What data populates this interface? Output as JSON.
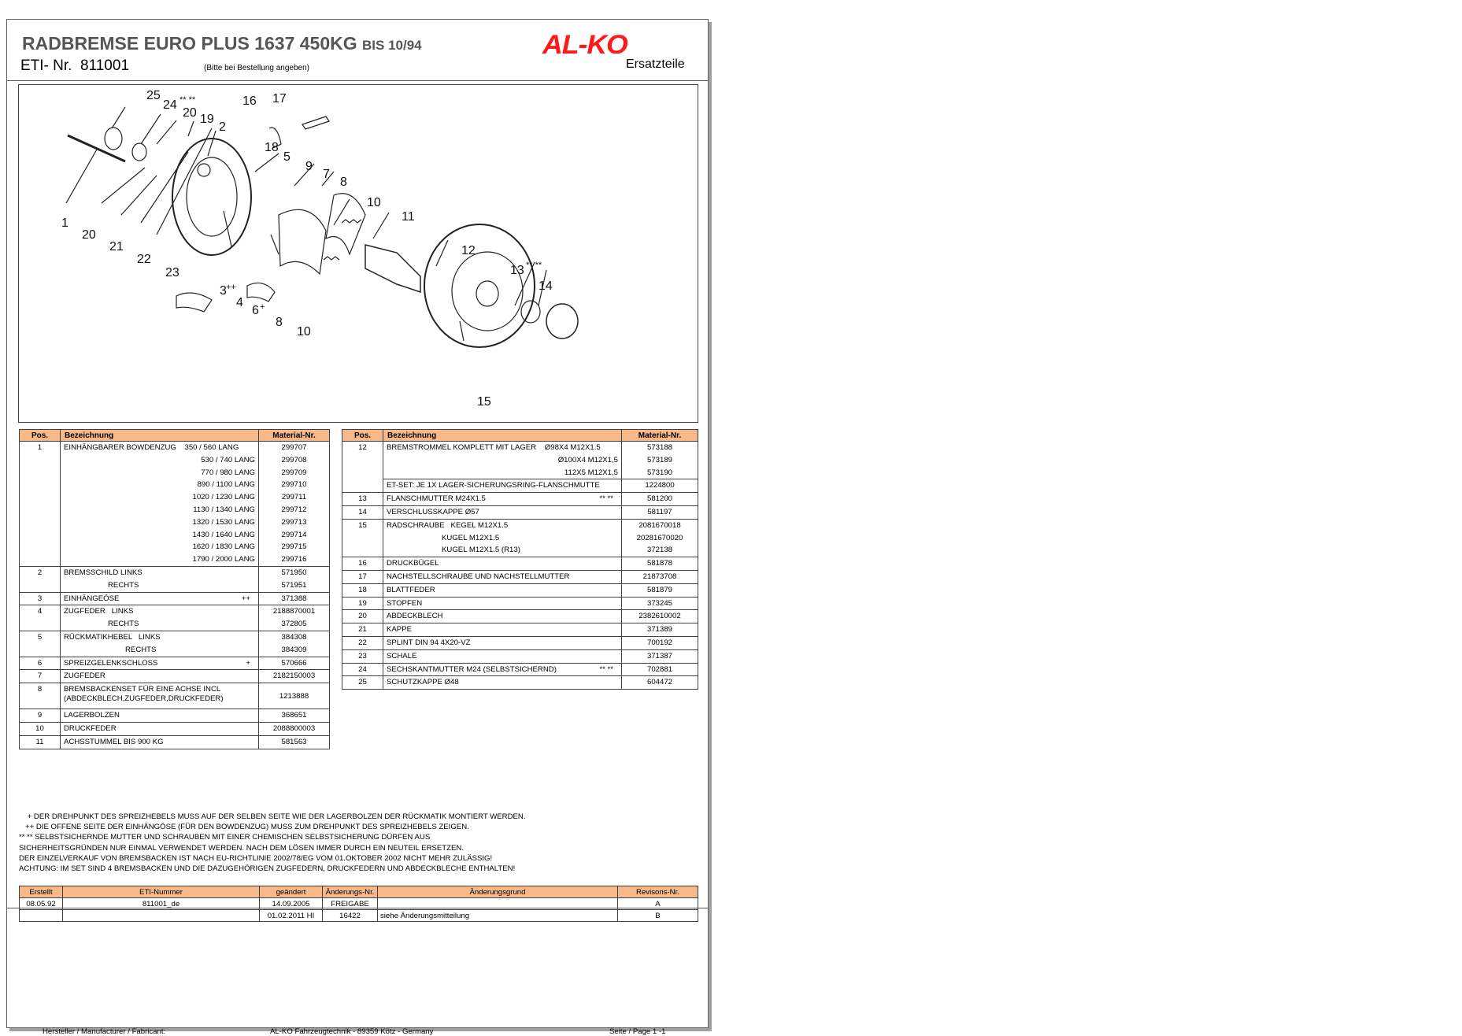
{
  "header": {
    "title_main": "RADBREMSE EURO PLUS 1637 450KG",
    "title_suffix": "BIS 10/94",
    "eti_label": "ETI- Nr.",
    "eti_number": "811001",
    "eti_note": "(Bitte bei Bestellung angeben)",
    "logo": "AL-KO",
    "ersatzteile": "Ersatzteile"
  },
  "drawing": {
    "callouts": [
      "25",
      "24",
      "** **",
      "20",
      "19",
      "2",
      "16",
      "17",
      "18",
      "5",
      "9",
      "7",
      "8",
      "10",
      "11",
      "12",
      "13",
      "** **",
      "14",
      "1",
      "20",
      "21",
      "22",
      "23",
      "3",
      "++",
      "4",
      "6",
      "+",
      "8",
      "10",
      "15"
    ]
  },
  "table_left": {
    "headers": [
      "Pos.",
      "Bezeichnung",
      "Material-Nr."
    ],
    "rows": [
      {
        "pos": "1",
        "desc": "EINHÄNGBARER BOWDENZUG    350 / 560 LANG",
        "mat": "299707",
        "group": true
      },
      {
        "pos": "",
        "desc": "530 / 740 LANG",
        "mat": "299708",
        "right": true
      },
      {
        "pos": "",
        "desc": "770 / 980 LANG",
        "mat": "299709",
        "right": true
      },
      {
        "pos": "",
        "desc": "890 / 1100 LANG",
        "mat": "299710",
        "right": true
      },
      {
        "pos": "",
        "desc": "1020 / 1230 LANG",
        "mat": "299711",
        "right": true
      },
      {
        "pos": "",
        "desc": "1130 / 1340 LANG",
        "mat": "299712",
        "right": true
      },
      {
        "pos": "",
        "desc": "1320 / 1530 LANG",
        "mat": "299713",
        "right": true
      },
      {
        "pos": "",
        "desc": "1430 / 1640 LANG",
        "mat": "299714",
        "right": true
      },
      {
        "pos": "",
        "desc": "1620 / 1830 LANG",
        "mat": "299715",
        "right": true
      },
      {
        "pos": "",
        "desc": "1790 / 2000 LANG",
        "mat": "299716",
        "right": true
      },
      {
        "pos": "2",
        "desc": "BREMSSCHILD LINKS",
        "mat": "571950",
        "group": true
      },
      {
        "pos": "",
        "desc": "RECHTS",
        "mat": "571951",
        "indent": true
      },
      {
        "pos": "3",
        "desc": "EINHÄNGEÖSE",
        "mark": "++",
        "mat": "371388",
        "group": true
      },
      {
        "pos": "4",
        "desc": "ZUGFEDER   LINKS",
        "mat": "2188870001",
        "group": true
      },
      {
        "pos": "",
        "desc": "RECHTS",
        "mat": "372805",
        "indent": true
      },
      {
        "pos": "5",
        "desc": "RÜCKMATIKHEBEL   LINKS",
        "mat": "384308",
        "group": true
      },
      {
        "pos": "",
        "desc": "RECHTS",
        "mat": "384309",
        "indent2": true
      },
      {
        "pos": "6",
        "desc": "SPREIZGELENKSCHLOSS",
        "mark": "+",
        "mat": "570666",
        "group": true
      },
      {
        "pos": "7",
        "desc": "ZUGFEDER",
        "mat": "2182150003",
        "group": true
      },
      {
        "pos": "8",
        "desc": "BREMSBACKENSET FÜR EINE ACHSE INCL",
        "desc2": "(ABDECKBLECH,ZUGFEDER,DRUCKFEDER)",
        "mat": "1213888",
        "group": true,
        "tall": true
      },
      {
        "pos": "9",
        "desc": "LAGERBOLZEN",
        "mat": "368651",
        "group": true
      },
      {
        "pos": "10",
        "desc": "DRUCKFEDER",
        "mat": "2088800003",
        "group": true
      },
      {
        "pos": "11",
        "desc": "ACHSSTUMMEL BIS 900 KG",
        "mat": "581563",
        "group": true,
        "last": true
      }
    ]
  },
  "table_right": {
    "headers": [
      "Pos.",
      "Bezeichnung",
      "Material-Nr."
    ],
    "rows": [
      {
        "pos": "12",
        "desc": "BREMSTROMMEL KOMPLETT MIT LAGER    Ø98X4 M12X1.5",
        "mat": "573188",
        "group": true
      },
      {
        "pos": "",
        "desc": "Ø100X4 M12X1,5",
        "mat": "573189",
        "right": true
      },
      {
        "pos": "",
        "desc": "112X5 M12X1,5",
        "mat": "573190",
        "right": true
      },
      {
        "pos": "",
        "desc": "ET-SET: JE 1X LAGER-SICHERUNGSRING-FLANSCHMUTTE",
        "mat": "1224800",
        "subgroup": true
      },
      {
        "pos": "13",
        "desc": "FLANSCHMUTTER M24X1.5",
        "mark": "** **",
        "mat": "581200",
        "group": true
      },
      {
        "pos": "14",
        "desc": "VERSCHLUSSKAPPE Ø57",
        "mat": "581197",
        "group": true
      },
      {
        "pos": "15",
        "desc": "RADSCHRAUBE   KEGEL M12X1.5",
        "mat": "2081670018",
        "group": true
      },
      {
        "pos": "",
        "desc": "KUGEL M12X1.5",
        "mat": "20281670020",
        "indent3": true
      },
      {
        "pos": "",
        "desc": "KUGEL M12X1.5 (R13)",
        "mat": "372138",
        "indent3": true
      },
      {
        "pos": "16",
        "desc": "DRUCKBÜGEL",
        "mat": "581878",
        "group": true
      },
      {
        "pos": "17",
        "desc": "NACHSTELLSCHRAUBE UND NACHSTELLMUTTER",
        "mat": "21873708",
        "group": true
      },
      {
        "pos": "18",
        "desc": "BLATTFEDER",
        "mat": "581879",
        "group": true
      },
      {
        "pos": "19",
        "desc": "STOPFEN",
        "mat": "373245",
        "group": true
      },
      {
        "pos": "20",
        "desc": "ABDECKBLECH",
        "mat": "2382610002",
        "group": true
      },
      {
        "pos": "21",
        "desc": "KAPPE",
        "mat": "371389",
        "group": true
      },
      {
        "pos": "22",
        "desc": "SPLINT DIN 94 4X20-VZ",
        "mat": "700192",
        "group": true
      },
      {
        "pos": "23",
        "desc": "SCHALE",
        "mat": "371387",
        "group": true
      },
      {
        "pos": "24",
        "desc": "SECHSKANTMUTTER M24 (SELBSTSICHERND)",
        "mark": "** **",
        "mat": "702881",
        "group": true
      },
      {
        "pos": "25",
        "desc": "SCHUTZKAPPE Ø48",
        "mat": "604472",
        "group": true,
        "last": true
      }
    ]
  },
  "notes": [
    "    + DER DREHPUNKT DES SPREIZHEBELS MUSS AUF DER SELBEN SEITE WIE DER LAGERBOLZEN DER RÜCKMATIK MONTIERT WERDEN.",
    "   ++ DIE OFFENE SEITE DER EINHÄNGÖSE (FÜR DEN BOWDENZUG) MUSS ZUM DREHPUNKT DES SPREIZHEBELS ZEIGEN.",
    "** ** SELBSTSICHERNDE MUTTER UND SCHRAUBEN MIT EINER CHEMISCHEN SELBSTSICHERUNG DÜRFEN AUS",
    "SICHERHEITSGRÜNDEN NUR EINMAL VERWENDET WERDEN. NACH DEM LÖSEN IMMER DURCH EIN NEUTEIL ERSETZEN.",
    "DER EINZELVERKAUF VON BREMSBACKEN IST NACH EU-RICHTLINIE 2002/78/EG VOM 01.OKTOBER 2002 NICHT MEHR ZULÄSSIG!",
    "ACHTUNG: IM SET SIND 4 BREMSBACKEN UND DIE DAZUGEHÖRIGEN ZUGFEDERN, DRUCKFEDERN UND ABDECKBLECHE  ENTHALTEN!"
  ],
  "revision": {
    "headers": [
      "Erstellt",
      "ETI-Nummer",
      "geändert",
      "Änderungs-Nr.",
      "Änderungsgrund",
      "Revisons-Nr."
    ],
    "rows": [
      [
        "08.05.92",
        "811001_de",
        "14.09.2005",
        "FREIGABE",
        "",
        "A"
      ],
      [
        "",
        "",
        "01.02.2011 HI",
        "16422",
        "siehe Änderungsmitteilung",
        "B"
      ]
    ]
  },
  "footer": {
    "manufacturer_label": "Hersteller / Manufacturer / Fabricant:",
    "company": "AL-KO Fahrzeugtechnik - 89359 Kötz - Germany",
    "page": "Seite / Page  1 -1"
  }
}
